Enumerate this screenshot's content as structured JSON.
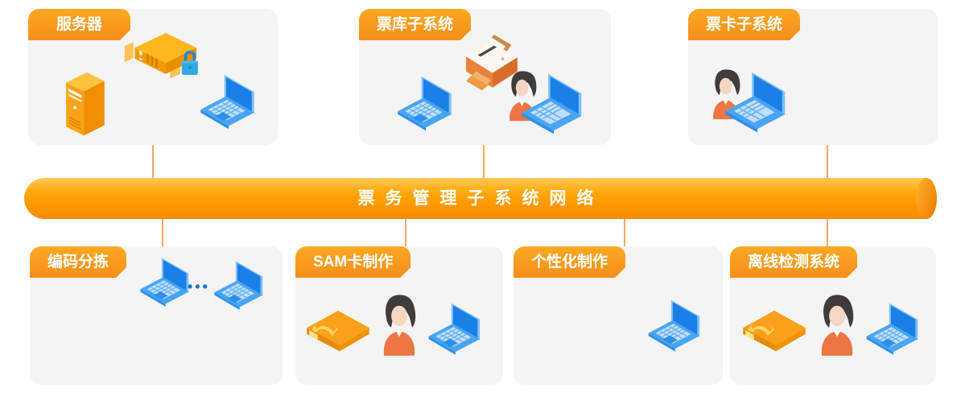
{
  "network_bar": {
    "label": "票务管理子系统网络"
  },
  "top_boxes": [
    {
      "label": "服务器",
      "icons": [
        "tower-server-icon",
        "rack-server-lock-icon",
        "laptop-icon"
      ]
    },
    {
      "label": "票库子系统",
      "icons": [
        "printer-icon",
        "laptop-icon",
        "operator-laptop-icon"
      ]
    },
    {
      "label": "票卡子系统",
      "icons": [
        "operator-laptop-icon"
      ]
    }
  ],
  "bottom_boxes": [
    {
      "label": "编码分拣",
      "icons": [
        "laptop-icon",
        "ellipsis-icon",
        "laptop-icon"
      ],
      "ellipsis": "•••"
    },
    {
      "label": "SAM卡制作",
      "icons": [
        "card-reader-icon",
        "operator-icon",
        "laptop-icon"
      ]
    },
    {
      "label": "个性化制作",
      "icons": [
        "laptop-icon"
      ]
    },
    {
      "label": "离线检测系统",
      "icons": [
        "card-reader-icon",
        "operator-icon",
        "laptop-icon"
      ]
    }
  ],
  "colors": {
    "tag_orange": "#F7941E",
    "pipe_orange": "#FF9D00",
    "card_bg": "#F4F4F5",
    "connector": "#F3AA61",
    "laptop_blue": "#2B91F0",
    "person_shirt": "#EE7544",
    "lock_blue": "#2FA9E6",
    "reader_crescent": "#FFD65E"
  }
}
